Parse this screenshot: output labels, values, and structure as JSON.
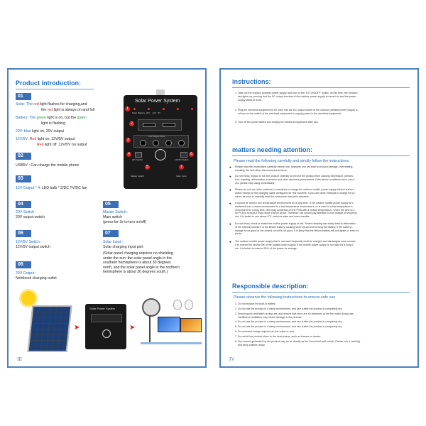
{
  "left": {
    "title": "Product introduction:",
    "n01": "01",
    "solar_line1_a": "Solar: The ",
    "solar_line1_b": "red",
    "solar_line1_c": " light flashes for charging,and",
    "solar_line2_a": "the ",
    "solar_line2_b": "red",
    "solar_line2_c": " light is always on and full",
    "battery_line1_a": "Battery: The ",
    "battery_line1_b": "green",
    "battery_line1_c": " light is on, but the ",
    "battery_line1_d": "green",
    "battery_line2": "light is flashing",
    "v20_a": "20V: ",
    "v20_b": "blue",
    "v20_c": " light on, 20V output",
    "v12_a": "12V/5V: ",
    "v12_b": "Red",
    "v12_c": " light on, 12V/5V output",
    "v12_d": "Red",
    "v12_e": " light off, 12V/5V no output",
    "n02": "02",
    "usb": "USB5V : Can charge the mobile phone",
    "n03": "03",
    "dc_a": "12V Output * 4",
    "dc_b": ": LED bulb * 2/DC TV/DC fan",
    "n04": "04",
    "v20sw_a": "20V Switch :",
    "v20sw_b": "20V output switch",
    "n05": "05",
    "master_a": "Master Switch :",
    "master_b": "Main switch",
    "master_c": "(press for 3s to turn on/off)",
    "n06": "06",
    "v12sw_a": "12V/5V Switch :",
    "v12sw_b": "12V/5V output switch",
    "n07": "07",
    "solin_a": "Solar Input :",
    "solin_b": "Solar charging input port",
    "solin_c": "(Solar panel charging requires no shielding\nunder the sun: the solar panel angle in the\nsouthern hemisphere is about 30 degrees\nnorth, and the solar panel angle in the northern\nhemisphere is about 30 degrees south.)",
    "n08": "08",
    "v20out_a": "20V Output :",
    "v20out_b": "Notebook charging outlet",
    "device_title": "Solar Power System",
    "device_label_a": "Solar  Battery  20V    12V   5V",
    "device_12v": "12V Output Ports",
    "device_sw1": "20V Switch",
    "device_sw2": "12V/5V Switch",
    "device_sw3": "Master Switch",
    "device_sw4": "Solar Input",
    "device2_title": "Solar Power System",
    "page": "III"
  },
  "right": {
    "title": "instructions:",
    "inst": [
      "1. Take out the outdoor portable power supply and turn on the \"DC ON/OFF\" switch. At this time, the function\n    key lights up, proving that the DC output function of the outdoor power supply is turned on and the power\n    supply starts to work.",
      "2. Plug the electrical equipment to be used into the DC output socket of the outdoor portable power supply, a-\n    nd turn on the switch of the electrical equipment to supply power to the electrical equipment.",
      "3. Turn off the power switch and unplug the electrical equipment after use."
    ],
    "matters_title": "matters needing attention:",
    "matters_sub": "Please read the following carefully and strictly follow the instructions",
    "matters": [
      "Please read the instructions carefully before use. Improper use will lead to product damage, overheating,\nsmoking, fire and other abnormal phenomena.",
      "Do not throw, impact or rub the product violently to prevent the product from causing depression, perfora-\ntion, cracking, deformation, corrosion and other abnormal phenomena. If the above conditions have occur-\nred, please stop using immediately.",
      "Please do not use other methods or machines to charge the outdoor mobile power supply without authori-\nzation except for the charging cable configured for this machine. If you use other methods to charge the pr-\noduct, be sure to carefully read the instruction manual in advance.",
      "It cannot be used in low temperature environment for a long time. If the outdoor mobile power supply is tr-\nansferred from a warm environment to a low temperature environment, or is used in a low temperature e-\nnvironment for a long time, dew may condense on the PCB with a certain temperature. When the dew on t-\nhe PCB is serious it may cause a short circuit. Therefore, we should pay attention to the change of temperat-\nure. It is better to use above 0°C, which is safer and more durable.",
      "Do not throw, shock or shake the mobile power supply at will. Severe shaking can easily lead to dislocation\nof the internal structure of the lithium battery, causing short circuit and burning the battery. If the battery l-\neakage is not good or the control circuit is not good, it is likely that the lithium battery will self-ignite or even ex-\nplode.",
      "The outdoor mobile power supply that is not used frequently shall be charged and discharged once a mont-\nh to extend the service life of the mobile power supply. If the mobile power supply is not used for a long ti-\nme, it is better to reserve 50% of the power for storage."
    ],
    "resp_title": "Responsible description:",
    "resp_sub": "Please observe the following instructions to ensure safe use",
    "resp": [
      "1. Do not replace the built-in battery.",
      "2. Do not use the product in a damp environment, and use it after the product is completely dry.",
      "3. Ensure good ventilation during use, and ensure that there are no obstacles at the fan outlet during use;\n    insufficient ventilation may cause damage to the product.",
      "4. Do not use the product in a damp environment, and use it after the product is completely dry.",
      "5. Do not use the product in a damp environment, and use it after the product is completely dry.",
      "6. Do not insert foreign objects into the outlet or vent.",
      "7. Do not let the product close to the heat source, such as furnace or heater.",
      "8. The current generated by the product may be as deadly as the household wall socket. Please use it carefully\n    and keep children away."
    ],
    "page": "IV"
  },
  "colors": {
    "accent": "#1f6fbf",
    "badge": "#3a6fb8",
    "red": "#d42020",
    "green": "#1f9a3a",
    "blue": "#1d6fd0",
    "border": "#4a7fc0"
  }
}
